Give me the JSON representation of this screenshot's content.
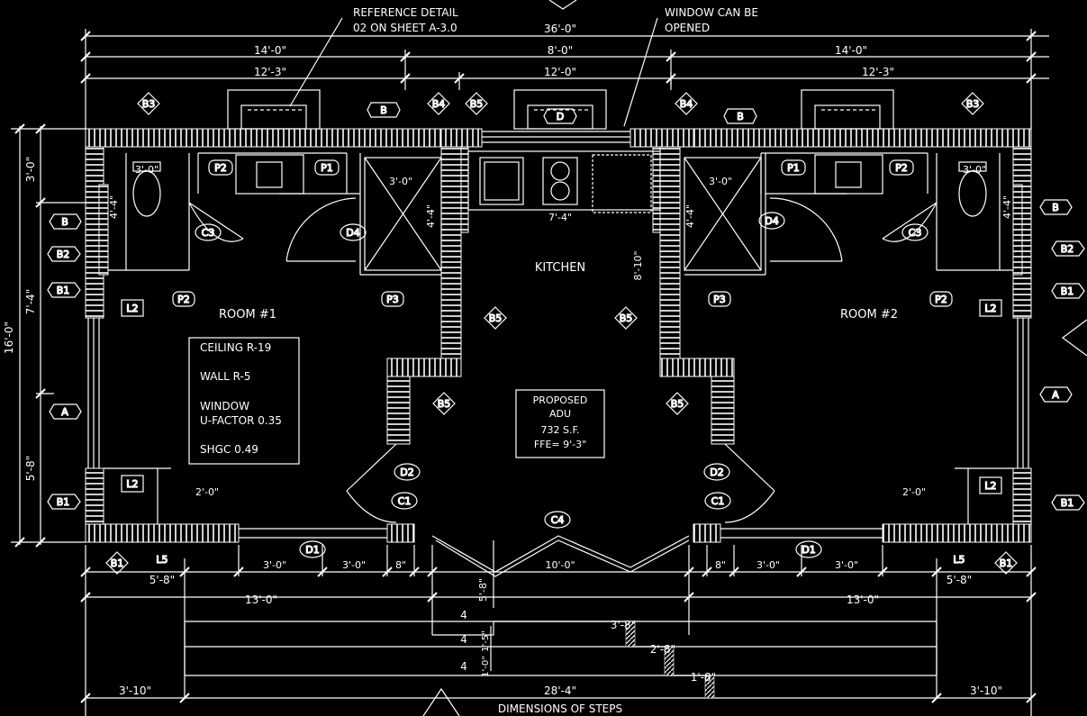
{
  "notes": {
    "reference_detail": [
      "REFERENCE DETAIL",
      "02 ON SHEET A-3.0"
    ],
    "window_can_be_opened": [
      "WINDOW CAN BE",
      "OPENED"
    ]
  },
  "dimensions": {
    "overall_width": "36'-0\"",
    "left_wing": "14'-0\"",
    "center_bay": "8'-0\"",
    "right_wing": "14'-0\"",
    "left_interior": "12'-3\"",
    "center_interior": "12'-0\"",
    "right_interior": "12'-3\"",
    "overall_depth": "16'-0\"",
    "bath_depth": "3'-0\"",
    "room_depth": "7'-4\"",
    "front_depth": "5'-8\"",
    "toilet_clear_left": "3'-0\"",
    "toilet_clear_right": "3'-0\"",
    "toilet_depth_left": "4'-4\"",
    "toilet_depth_right": "4'-4\"",
    "shower_left": "3'-0\"",
    "shower_right": "3'-0\"",
    "shower_depth_left": "4'-4\"",
    "shower_depth_right": "4'-4\"",
    "kitchen_counter": "7'-4\"",
    "kitchen_depth": "8'-10\"",
    "window_left": "2'-0\"",
    "window_right": "2'-0\"",
    "bottom_left_offset": "5'-8\"",
    "bottom_right_offset": "5'-8\"",
    "bottom_3a": "3'-0\"",
    "bottom_3b": "3'-0\"",
    "bottom_8a": "8\"",
    "bottom_center": "10'-0\"",
    "bottom_8b": "8\"",
    "bottom_3c": "3'-0\"",
    "bottom_3d": "3'-0\"",
    "stair_rise": "5'-8\"",
    "left_run": "13'-0\"",
    "right_run": "13'-0\"",
    "step_offset_left": "3'-10\"",
    "step_total": "28'-4\"",
    "step_offset_right": "3'-10\""
  },
  "rooms": {
    "room1": "ROOM #1",
    "room2": "ROOM #2",
    "kitchen": "KITCHEN",
    "proposed": [
      "PROPOSED",
      "ADU",
      "732 S.F.",
      "FFE= 9'-3\""
    ]
  },
  "spec_box": {
    "ceiling": "CEILING R-19",
    "wall": "WALL R-5",
    "window_1": "WINDOW",
    "window_2": "U-FACTOR 0.35",
    "shgc": "SHGC 0.49"
  },
  "tags": {
    "B3": "B3",
    "B4": "B4",
    "B5": "B5",
    "B": "B",
    "D": "D",
    "A": "A",
    "B1": "B1",
    "B2": "B2",
    "P1": "P1",
    "P2": "P2",
    "P3": "P3",
    "L2": "L2",
    "L5": "L5",
    "C1": "C1",
    "C3": "C3",
    "D1": "D1",
    "D2": "D2",
    "D4": "D4",
    "C4": "C4"
  },
  "stairs": {
    "rise": "4",
    "tread_1": "3'-8\"",
    "tread_2": "2'-8\"",
    "tread_3": "1'-8\"",
    "rise_dim_1": "1'-5\"",
    "rise_dim_2": "1'-0\"",
    "title": "DIMENSIONS OF STEPS"
  }
}
